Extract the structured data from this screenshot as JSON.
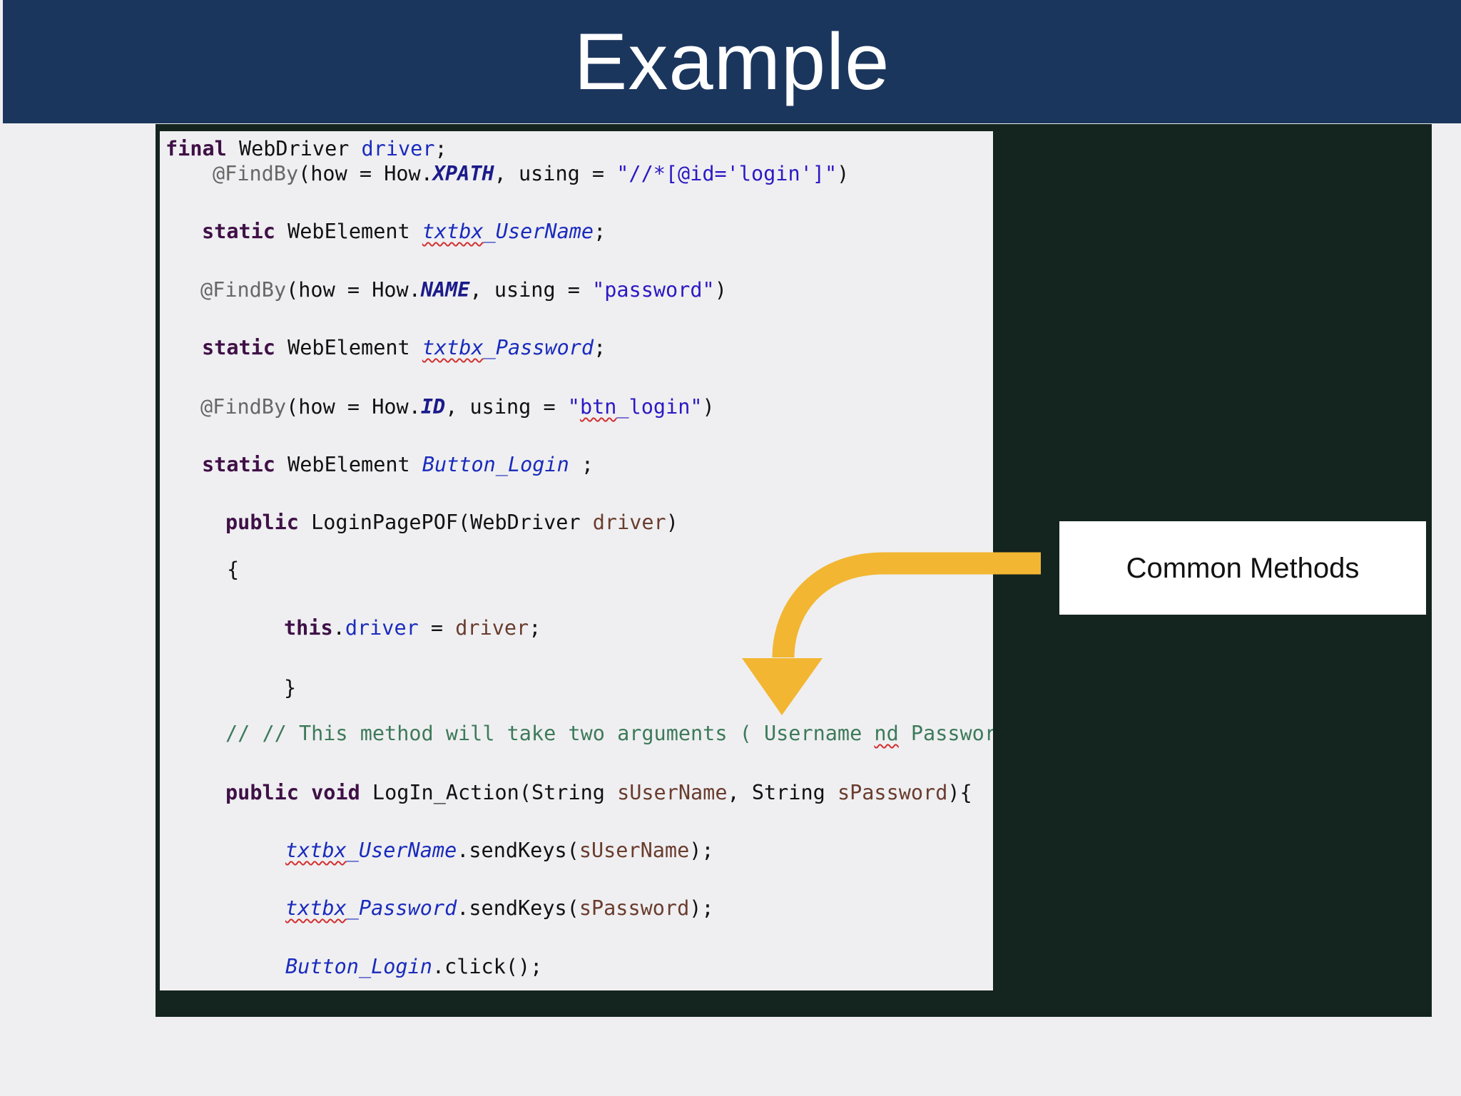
{
  "header": {
    "title": "Example"
  },
  "code": {
    "line1": {
      "kw": "final",
      "type": " WebDriver ",
      "field": "driver",
      "end": ";"
    },
    "line2": {
      "ann": "@FindBy",
      "a": "(how = How.",
      "const": "XPATH",
      "b": ", using = ",
      "str": "\"//*[@id='login']\"",
      "end": ")"
    },
    "line3": {
      "kw": "static",
      "type": " WebElement ",
      "field_sq": "txtbx",
      "field_rest": "_UserName",
      "end": ";"
    },
    "line4": {
      "ann": "@FindBy",
      "a": "(how = How.",
      "const": "NAME",
      "b": ", using = ",
      "str": "\"password\"",
      "end": ")"
    },
    "line5": {
      "kw": "static",
      "type": " WebElement ",
      "field_sq": "txtbx",
      "field_rest": "_Password",
      "end": ";"
    },
    "line6": {
      "ann": "@FindBy",
      "a": "(how = How.",
      "const": "ID",
      "b": ", using = ",
      "str_q1": "\"",
      "str_sq": "btn",
      "str_rest": "_login\"",
      "end": ")"
    },
    "line7": {
      "kw": "static",
      "type": " WebElement ",
      "field": "Button_Login",
      "end": " ;"
    },
    "line8": {
      "kw": "public",
      "a": " LoginPagePOF(WebDriver ",
      "param": "driver",
      "end": ")"
    },
    "line9": {
      "text": "{"
    },
    "line10": {
      "kw": "this",
      "a": ".",
      "field": "driver",
      "b": " = ",
      "param": "driver",
      "end": ";"
    },
    "line11": {
      "text": "}"
    },
    "line12": {
      "cmt_a": "// // This method will take two arguments ( Username ",
      "cmt_sq": "nd",
      "cmt_b": " Password)"
    },
    "line13": {
      "kw": "public void",
      "a": " LogIn_Action(String ",
      "p1": "sUserName",
      "b": ", String ",
      "p2": "sPassword",
      "end": "){"
    },
    "line14": {
      "field_sq": "txtbx",
      "field_rest": "_UserName",
      "a": ".sendKeys(",
      "param": "sUserName",
      "end": ");"
    },
    "line15": {
      "field_sq": "txtbx",
      "field_rest": "_Password",
      "a": ".sendKeys(",
      "param": "sPassword",
      "end": ");"
    },
    "line16": {
      "field": "Button_Login",
      "end": ".click();"
    }
  },
  "callout": {
    "label": "Common Methods"
  },
  "colors": {
    "header_bg": "#1b365d",
    "dark_panel": "#14241f",
    "arrow": "#f2b632",
    "code_bg": "#efeff1"
  },
  "icons": {
    "arrow": "curved-arrow-icon"
  }
}
